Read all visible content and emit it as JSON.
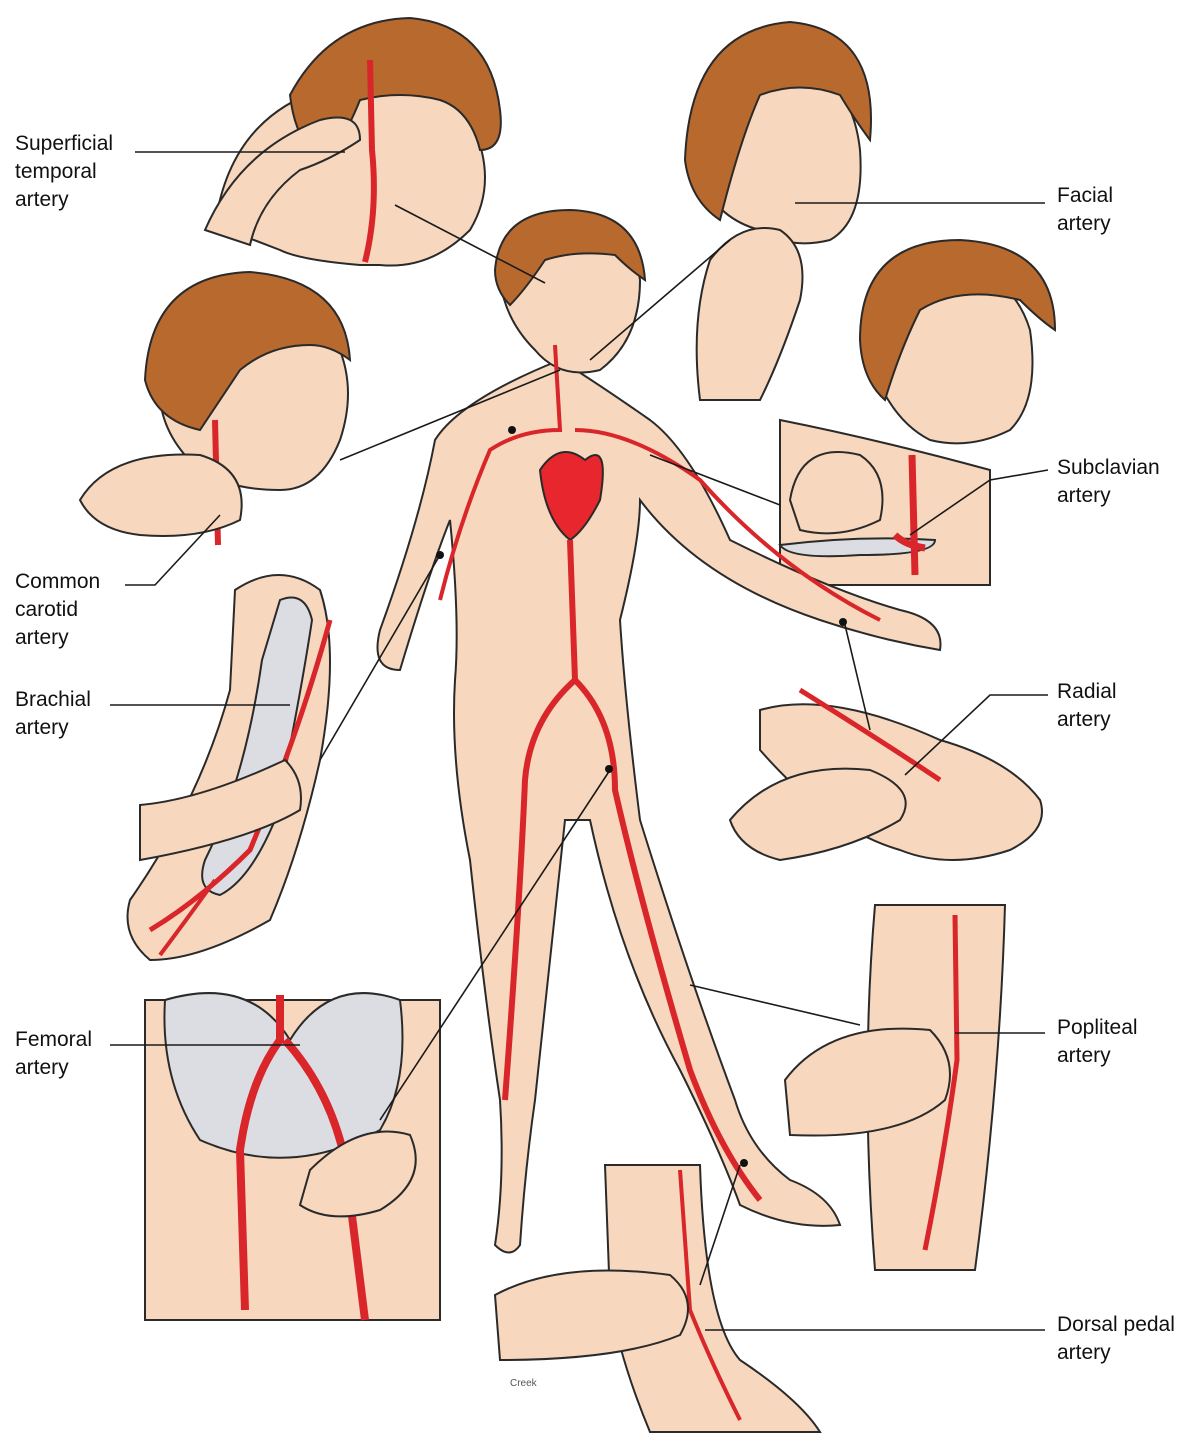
{
  "colors": {
    "skin": "#f7d7bd",
    "hair": "#b8692d",
    "artery": "#d9262a",
    "heart": "#e8262d",
    "bone": "#dcdde2",
    "outline": "#2a2a2a",
    "leader": "#1a1a1a"
  },
  "labels": {
    "superficial_temporal": {
      "line1": "Superficial",
      "line2": "temporal",
      "line3": "artery"
    },
    "facial": {
      "line1": "Facial",
      "line2": "artery"
    },
    "subclavian": {
      "line1": "Subclavian",
      "line2": "artery"
    },
    "common_carotid": {
      "line1": "Common",
      "line2": "carotid",
      "line3": "artery"
    },
    "brachial": {
      "line1": "Brachial",
      "line2": "artery"
    },
    "radial": {
      "line1": "Radial",
      "line2": "artery"
    },
    "femoral": {
      "line1": "Femoral",
      "line2": "artery"
    },
    "popliteal": {
      "line1": "Popliteal",
      "line2": "artery"
    },
    "dorsal_pedal": {
      "line1": "Dorsal pedal",
      "line2": "artery"
    }
  },
  "credit": "Creek"
}
